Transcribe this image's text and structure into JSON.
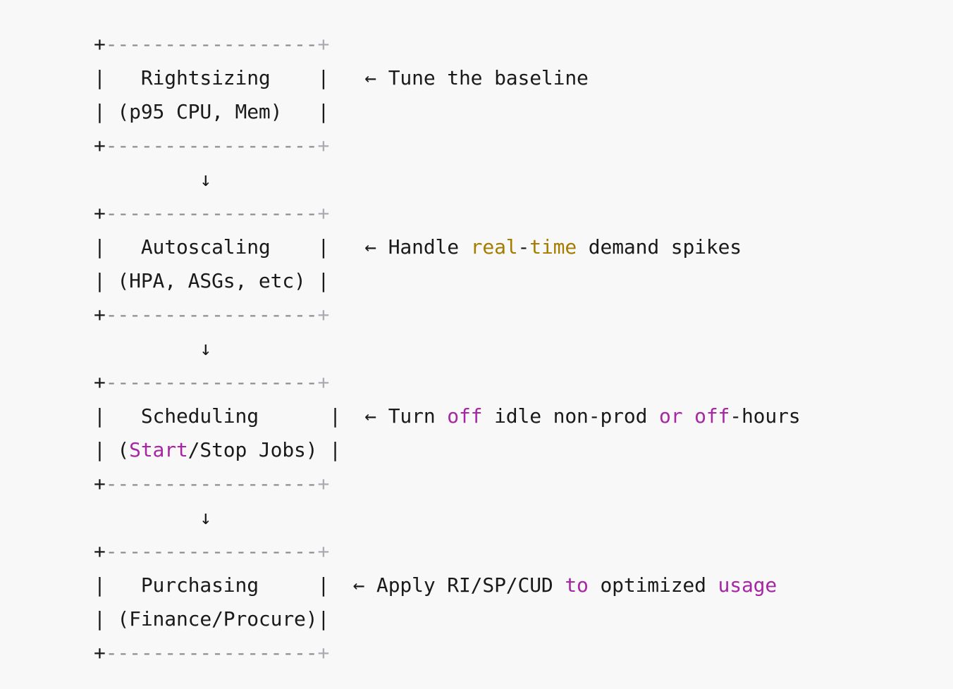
{
  "colors": {
    "background": "#f8f8f8",
    "text": "#1a1a1a",
    "border_dash": "#8d8d93",
    "border_plus_end": "#ababb2",
    "keyword_magenta": "#a626a4",
    "type_gold": "#a67c00"
  },
  "boxes": [
    {
      "title": "Rightsizing",
      "subtitle": "(p95 CPU, Mem)",
      "annotation": "← Tune the baseline"
    },
    {
      "title": "Autoscaling",
      "subtitle": "(HPA, ASGs, etc)",
      "annotation": "← Handle real-time demand spikes"
    },
    {
      "title": "Scheduling",
      "subtitle": "(Start/Stop Jobs)",
      "annotation": "← Turn off idle non-prod or off-hours"
    },
    {
      "title": "Purchasing",
      "subtitle": "(Finance/Procure)",
      "annotation": "← Apply RI/SP/CUD to optimized usage"
    }
  ],
  "flow_arrow": "↓",
  "diagram": {
    "lines": [
      {
        "name": "box1-border-top",
        "segments": [
          {
            "text": "+",
            "style": "text",
            "name": "border-corner"
          },
          {
            "text": "------------------",
            "style": "dash",
            "name": "border-dashes"
          },
          {
            "text": "+",
            "style": "plus-end",
            "name": "border-corner-end"
          }
        ]
      },
      {
        "name": "box1-title-row",
        "segments": [
          {
            "text": "|   Rightsizing    |   ",
            "style": "text",
            "name": "box-row-text"
          },
          {
            "text": "←",
            "style": "text",
            "name": "left-arrow-icon"
          },
          {
            "text": " Tune the baseline",
            "style": "text",
            "name": "annotation-text"
          }
        ]
      },
      {
        "name": "box1-subtitle-row",
        "segments": [
          {
            "text": "| (p95 CPU, Mem)   |",
            "style": "text",
            "name": "box-row-text"
          }
        ]
      },
      {
        "name": "box1-border-bottom",
        "segments": [
          {
            "text": "+",
            "style": "text",
            "name": "border-corner"
          },
          {
            "text": "------------------",
            "style": "dash",
            "name": "border-dashes"
          },
          {
            "text": "+",
            "style": "plus-end",
            "name": "border-corner-end"
          }
        ]
      },
      {
        "name": "flow-arrow-row-1",
        "segments": [
          {
            "text": "         ",
            "style": "text",
            "name": "indent"
          },
          {
            "text": "↓",
            "style": "text",
            "name": "down-arrow-icon"
          }
        ]
      },
      {
        "name": "box2-border-top",
        "segments": [
          {
            "text": "+",
            "style": "text",
            "name": "border-corner"
          },
          {
            "text": "------------------",
            "style": "dash",
            "name": "border-dashes"
          },
          {
            "text": "+",
            "style": "plus-end",
            "name": "border-corner-end"
          }
        ]
      },
      {
        "name": "box2-title-row",
        "segments": [
          {
            "text": "|   Autoscaling    |   ",
            "style": "text",
            "name": "box-row-text"
          },
          {
            "text": "←",
            "style": "text",
            "name": "left-arrow-icon"
          },
          {
            "text": " Handle ",
            "style": "text",
            "name": "annotation-text"
          },
          {
            "text": "real",
            "style": "type",
            "name": "highlight-type"
          },
          {
            "text": "-",
            "style": "text",
            "name": "annotation-text"
          },
          {
            "text": "time",
            "style": "type",
            "name": "highlight-type"
          },
          {
            "text": " demand spikes",
            "style": "text",
            "name": "annotation-text"
          }
        ]
      },
      {
        "name": "box2-subtitle-row",
        "segments": [
          {
            "text": "| (HPA, ASGs, etc) |",
            "style": "text",
            "name": "box-row-text"
          }
        ]
      },
      {
        "name": "box2-border-bottom",
        "segments": [
          {
            "text": "+",
            "style": "text",
            "name": "border-corner"
          },
          {
            "text": "------------------",
            "style": "dash",
            "name": "border-dashes"
          },
          {
            "text": "+",
            "style": "plus-end",
            "name": "border-corner-end"
          }
        ]
      },
      {
        "name": "flow-arrow-row-2",
        "segments": [
          {
            "text": "         ",
            "style": "text",
            "name": "indent"
          },
          {
            "text": "↓",
            "style": "text",
            "name": "down-arrow-icon"
          }
        ]
      },
      {
        "name": "box3-border-top",
        "segments": [
          {
            "text": "+",
            "style": "text",
            "name": "border-corner"
          },
          {
            "text": "------------------",
            "style": "dash",
            "name": "border-dashes"
          },
          {
            "text": "+",
            "style": "plus-end",
            "name": "border-corner-end"
          }
        ]
      },
      {
        "name": "box3-title-row",
        "segments": [
          {
            "text": "|   Scheduling      |  ",
            "style": "text",
            "name": "box-row-text"
          },
          {
            "text": "←",
            "style": "text",
            "name": "left-arrow-icon"
          },
          {
            "text": " Turn ",
            "style": "text",
            "name": "annotation-text"
          },
          {
            "text": "off",
            "style": "keyword",
            "name": "highlight-keyword"
          },
          {
            "text": " idle non-prod ",
            "style": "text",
            "name": "annotation-text"
          },
          {
            "text": "or",
            "style": "keyword",
            "name": "highlight-keyword"
          },
          {
            "text": " ",
            "style": "text",
            "name": "annotation-text"
          },
          {
            "text": "off",
            "style": "keyword",
            "name": "highlight-keyword"
          },
          {
            "text": "-hours",
            "style": "text",
            "name": "annotation-text"
          }
        ]
      },
      {
        "name": "box3-subtitle-row",
        "segments": [
          {
            "text": "| (",
            "style": "text",
            "name": "box-row-text"
          },
          {
            "text": "Start",
            "style": "keyword",
            "name": "highlight-keyword"
          },
          {
            "text": "/Stop Jobs) |",
            "style": "text",
            "name": "box-row-text"
          }
        ]
      },
      {
        "name": "box3-border-bottom",
        "segments": [
          {
            "text": "+",
            "style": "text",
            "name": "border-corner"
          },
          {
            "text": "------------------",
            "style": "dash",
            "name": "border-dashes"
          },
          {
            "text": "+",
            "style": "plus-end",
            "name": "border-corner-end"
          }
        ]
      },
      {
        "name": "flow-arrow-row-3",
        "segments": [
          {
            "text": "         ",
            "style": "text",
            "name": "indent"
          },
          {
            "text": "↓",
            "style": "text",
            "name": "down-arrow-icon"
          }
        ]
      },
      {
        "name": "box4-border-top",
        "segments": [
          {
            "text": "+",
            "style": "text",
            "name": "border-corner"
          },
          {
            "text": "------------------",
            "style": "dash",
            "name": "border-dashes"
          },
          {
            "text": "+",
            "style": "plus-end",
            "name": "border-corner-end"
          }
        ]
      },
      {
        "name": "box4-title-row",
        "segments": [
          {
            "text": "|   Purchasing     |  ",
            "style": "text",
            "name": "box-row-text"
          },
          {
            "text": "←",
            "style": "text",
            "name": "left-arrow-icon"
          },
          {
            "text": " Apply RI/SP/CUD ",
            "style": "text",
            "name": "annotation-text"
          },
          {
            "text": "to",
            "style": "keyword",
            "name": "highlight-keyword"
          },
          {
            "text": " optimized ",
            "style": "text",
            "name": "annotation-text"
          },
          {
            "text": "usage",
            "style": "keyword",
            "name": "highlight-keyword"
          }
        ]
      },
      {
        "name": "box4-subtitle-row",
        "segments": [
          {
            "text": "| (Finance/Procure)|",
            "style": "text",
            "name": "box-row-text"
          }
        ]
      },
      {
        "name": "box4-border-bottom",
        "segments": [
          {
            "text": "+",
            "style": "text",
            "name": "border-corner"
          },
          {
            "text": "------------------",
            "style": "dash",
            "name": "border-dashes"
          },
          {
            "text": "+",
            "style": "plus-end",
            "name": "border-corner-end"
          }
        ]
      }
    ]
  }
}
